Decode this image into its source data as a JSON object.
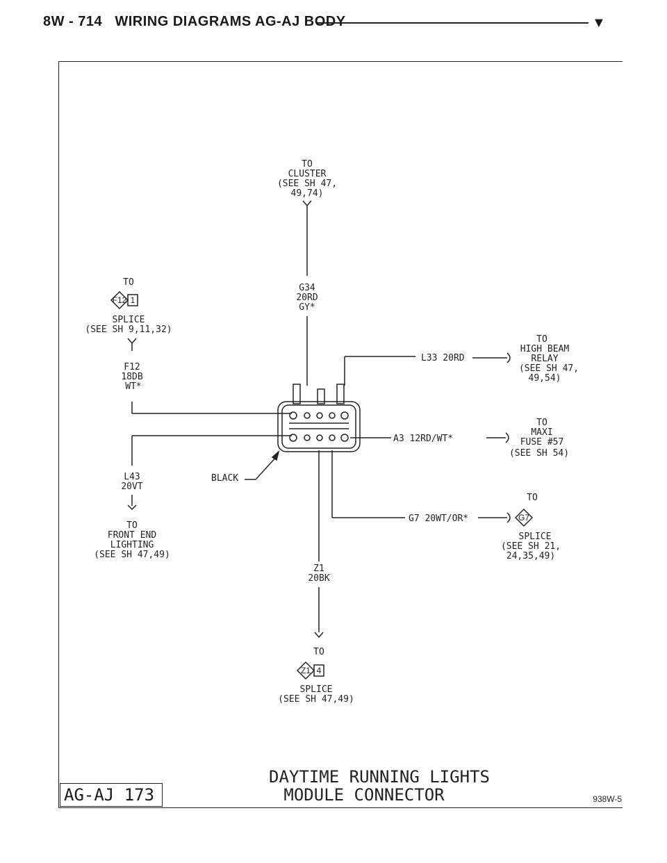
{
  "page": {
    "section": "8W - 714",
    "title": "WIRING DIAGRAMS AG-AJ BODY",
    "marker": "▼",
    "figure_code": "938W-5",
    "model_code": "AG-AJ 173"
  },
  "diagram": {
    "caption_line1": "DAYTIME RUNNING LIGHTS",
    "caption_line2": "MODULE CONNECTOR",
    "connector_color_label": "BLACK",
    "top": {
      "to": "TO",
      "dest1": "CLUSTER",
      "dest2": "(SEE SH 47,",
      "dest3": "49,74)",
      "wire1": "G34",
      "wire2": "20RD",
      "wire3": "GY*"
    },
    "left_top": {
      "to": "TO",
      "splice_id": "F12",
      "splice_num": "1",
      "dest1": "SPLICE",
      "dest2": "(SEE SH 9,11,32)",
      "wire1": "F12",
      "wire2": "18DB",
      "wire3": "WT*"
    },
    "left_bottom": {
      "wire1": "L43",
      "wire2": "20VT",
      "to": "TO",
      "dest1": "FRONT END",
      "dest2": "LIGHTING",
      "dest3": "(SEE SH 47,49)"
    },
    "right_1": {
      "wire": "L33 20RD",
      "to": "TO",
      "dest1": "HIGH BEAM",
      "dest2": "RELAY",
      "dest3": "(SEE SH 47,",
      "dest4": "49,54)"
    },
    "right_2": {
      "wire": "A3 12RD/WT*",
      "to": "TO",
      "dest1": "MAXI",
      "dest2": "FUSE #57",
      "dest3": "(SEE SH 54)"
    },
    "right_3": {
      "wire": "G7 20WT/OR*",
      "to": "TO",
      "splice_id": "G7",
      "dest1": "SPLICE",
      "dest2": "(SEE SH 21,",
      "dest3": "24,35,49)"
    },
    "bottom": {
      "wire1": "Z1",
      "wire2": "20BK",
      "to": "TO",
      "splice_id": "Z1",
      "splice_num": "4",
      "dest1": "SPLICE",
      "dest2": "(SEE SH 47,49)"
    }
  }
}
